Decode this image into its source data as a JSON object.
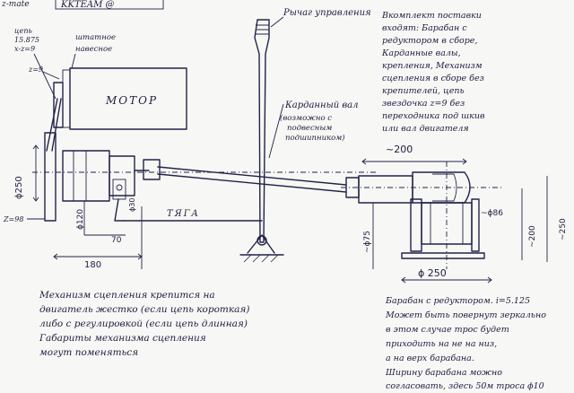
{
  "header": {
    "top_left_fragment": "z-mate",
    "title_fragment": "KKTEAM @"
  },
  "labels": {
    "chain": [
      "цепь",
      "15.875",
      "x-z=9"
    ],
    "standard_mount": [
      "штатное",
      "навесное"
    ],
    "z9": "z=9",
    "motor": "МОТОР",
    "control_lever": "Рычаг управления",
    "cardan_shaft": "Карданный вал",
    "cardan_note": [
      "(возможно с",
      "подвесным",
      "подшипником)"
    ],
    "rod": "ТЯГА",
    "z98": "Z=98"
  },
  "dimensions": {
    "d250_left": "ϕ250",
    "d120": "ϕ120",
    "d30": "ϕ30",
    "d70": "70",
    "d180": "180",
    "d200_top": "~200",
    "d75": "~ϕ75",
    "d86": "~ϕ86",
    "d200_right": "~200",
    "d250_right": "~250",
    "d250_bottom": "ϕ 250"
  },
  "notes": {
    "delivery": [
      "Вкомплект поставки",
      "входят: Барабан с",
      "редуктором в сборе,",
      "Карданные валы,",
      "крепления, Механизм",
      "сцепления в сборе без",
      "крепителей, цепь",
      "звездочка z=9 без",
      "переходника под шкив",
      "или вал двигателя"
    ],
    "mechanism": [
      "Механизм сцепления крепится на",
      "двигатель жестко (если цепь короткая)",
      "либо с регулировкой (если цепь длинная)",
      "Габариты механизма сцепления",
      "могут поменяться"
    ],
    "drum": [
      "Барабан с редуктором. i=5.125",
      "Может быть повернут зеркально",
      "в этом случае трос будет",
      "приходить на не на низ,",
      "а на верх барабана.",
      "Ширину барабана можно",
      "согласовать, здесь 50м троса ϕ10"
    ]
  }
}
